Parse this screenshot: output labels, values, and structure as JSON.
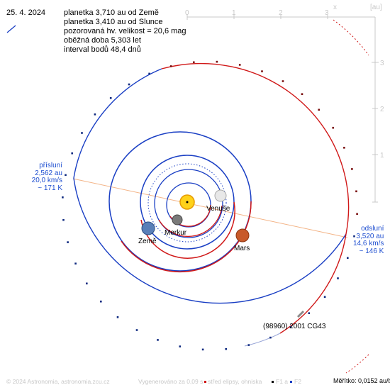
{
  "date": "25. 4. 2024",
  "info_lines": [
    "planetka 3,710 au od Země",
    "planetka 3,410 au od Slunce",
    "pozorovaná hv. velikost = 20,6 mag",
    "oběžná doba 5,303 let",
    "interval bodů 48,4 dnů"
  ],
  "axis": {
    "x_ticks": [
      "0",
      "1",
      "2",
      "3"
    ],
    "y_ticks": [
      "3",
      "2",
      "1"
    ],
    "x_label": "x",
    "unit_label": "[au]"
  },
  "perihelion": {
    "title": "přísluní",
    "distance": "2,562 au",
    "speed": "20,0 km/s",
    "temperature": "~ 171 K"
  },
  "aphelion": {
    "title": "odsluní",
    "distance": "3,520 au",
    "speed": "14,6 km/s",
    "temperature": "~ 146 K"
  },
  "bodies": {
    "mercury": "Merkur",
    "venus": "Venuše",
    "earth": "Země",
    "mars": "Mars",
    "asteroid": "(98960) 2001 CG43"
  },
  "footer": {
    "copyright": "© 2024 Astronomia, astronomia.zcu.cz",
    "generated": "Vygenerováno za 0,09 s",
    "legend_center": "střed elipsy, ohniska",
    "legend_f1": "F1 a",
    "legend_f2": "F2",
    "scale": "Měřítko: 0,0152 au/bod"
  },
  "colors": {
    "orbit_above": "#d01818",
    "orbit_below": "#1a3fc4",
    "apsides_line": "#f3b487",
    "grid": "#c8c8c8"
  }
}
